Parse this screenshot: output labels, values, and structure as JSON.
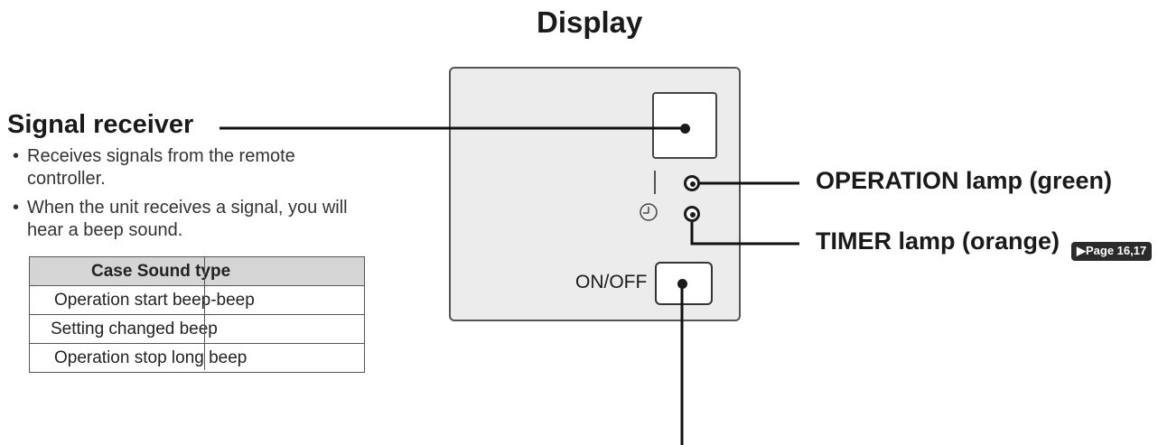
{
  "title": "Display",
  "signal_receiver": {
    "heading": "Signal receiver",
    "bullets": [
      "Receives signals from the remote controller.",
      "When the unit receives a signal, you will hear a beep sound."
    ]
  },
  "sound_table": {
    "header": "Case Sound type",
    "rows": [
      "Operation start beep-beep",
      "Setting changed beep",
      "Operation stop long beep"
    ]
  },
  "labels": {
    "operation_lamp": "OPERATION lamp (green)",
    "timer_lamp": "TIMER lamp (orange)",
    "onoff": "ON/OFF",
    "page_ref": "▶Page 16,17"
  },
  "icons": {
    "operation": "vertical-bar-icon",
    "timer": "clock-icon"
  },
  "colors": {
    "panel": "#ececec",
    "table_header": "#d5d5d5",
    "page_ref_bg": "#2b2b2b"
  }
}
